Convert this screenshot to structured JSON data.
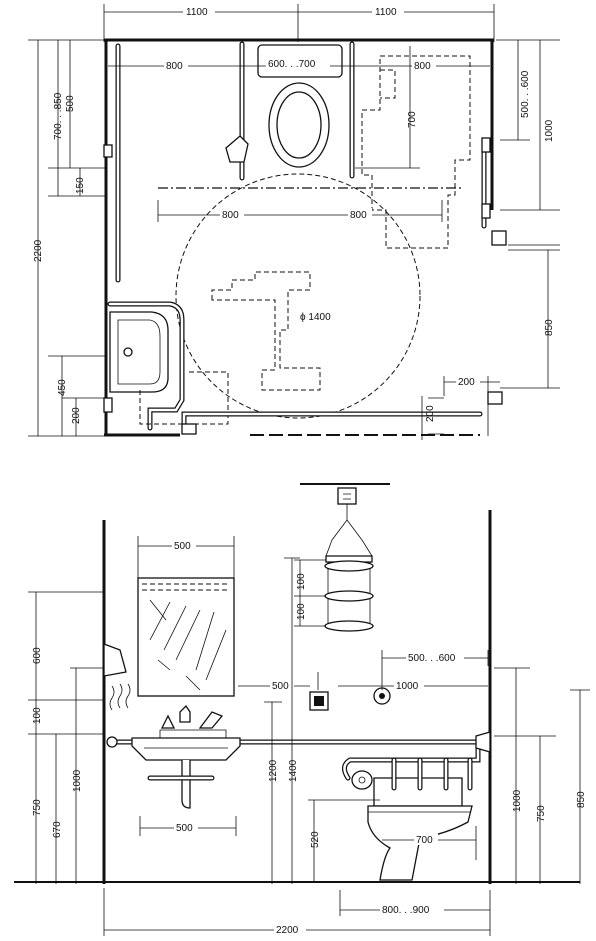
{
  "plan": {
    "top_width_left": "1100",
    "top_width_right": "1100",
    "clear_left": "800",
    "toilet_width": "600. . .700",
    "clear_right": "800",
    "grab_depth": "700",
    "mid_left": "800",
    "mid_right": "800",
    "turning_circle": "ϕ 1400",
    "height_total": "2200",
    "left_outer": "700. . .850",
    "left_inner": "500",
    "left_150": "150",
    "left_450": "450",
    "left_200": "200",
    "right_500_600": "500. . .600",
    "right_1000": "1000",
    "right_850": "850",
    "door_200_h": "200",
    "door_200_v": "200"
  },
  "elevation": {
    "mirror_width": "500",
    "mirror_top": "600",
    "dryer_100": "100",
    "sink_750": "750",
    "sink_670": "670",
    "sink_1000": "1000",
    "sink_width": "500",
    "vert_1200": "1200",
    "vert_1400": "1400",
    "spacing_100a": "100",
    "spacing_100b": "100",
    "button_500": "500",
    "button_1000": "1000",
    "right_500_600": "500. . .600",
    "seat_520": "520",
    "seat_700": "700",
    "right_1000": "1000",
    "right_750": "750",
    "right_850": "850",
    "floor_800_900": "800. . .900",
    "total_width": "2200"
  }
}
